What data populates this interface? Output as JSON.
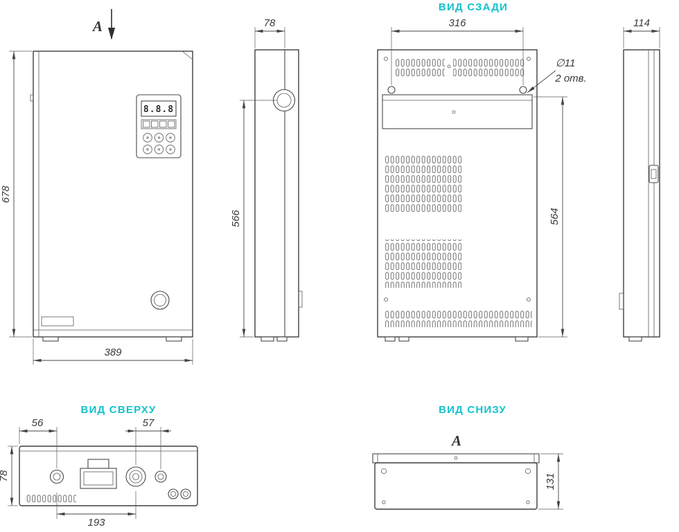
{
  "titles": {
    "rear": "ВИД СЗАДИ",
    "top": "ВИД СВЕРХУ",
    "bottom": "ВИД СНИЗУ"
  },
  "section": {
    "label": "A"
  },
  "panel": {
    "display": "8.8.8"
  },
  "callout": {
    "dia": "∅11",
    "note": "2 отв."
  },
  "dims": {
    "front_height": "678",
    "front_width": "389",
    "side_depth": "78",
    "side_height": "566",
    "rear_width": "316",
    "rear_height": "564",
    "right_depth": "114",
    "top_offset_left": "56",
    "top_offset_mid": "57",
    "top_depth": "78",
    "top_span": "193",
    "bottom_height": "131"
  },
  "colors": {
    "accent": "#12c2cc",
    "line": "#414141"
  }
}
